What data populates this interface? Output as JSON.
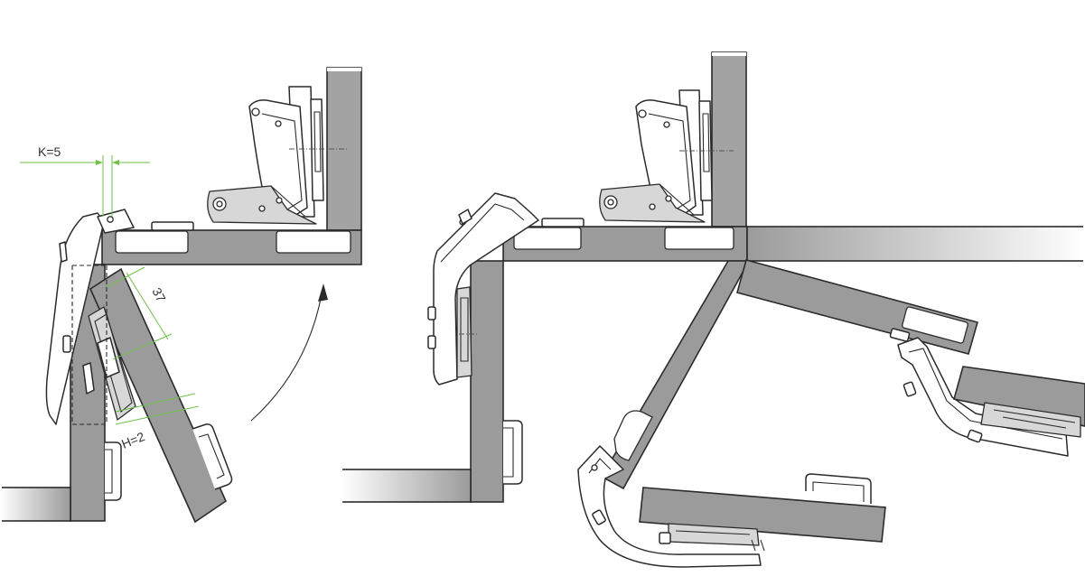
{
  "dimensions": {
    "k_label": "K=5",
    "depth_label": "37",
    "h_label": "H=2"
  },
  "colors": {
    "wood_panel": "#9b9b9b",
    "outline": "#2b2b2b",
    "dimension_lines": "#6fbf4a",
    "background": "#ffffff"
  },
  "icons": {
    "rotation_arrow": "opening-direction-arrow-icon"
  }
}
